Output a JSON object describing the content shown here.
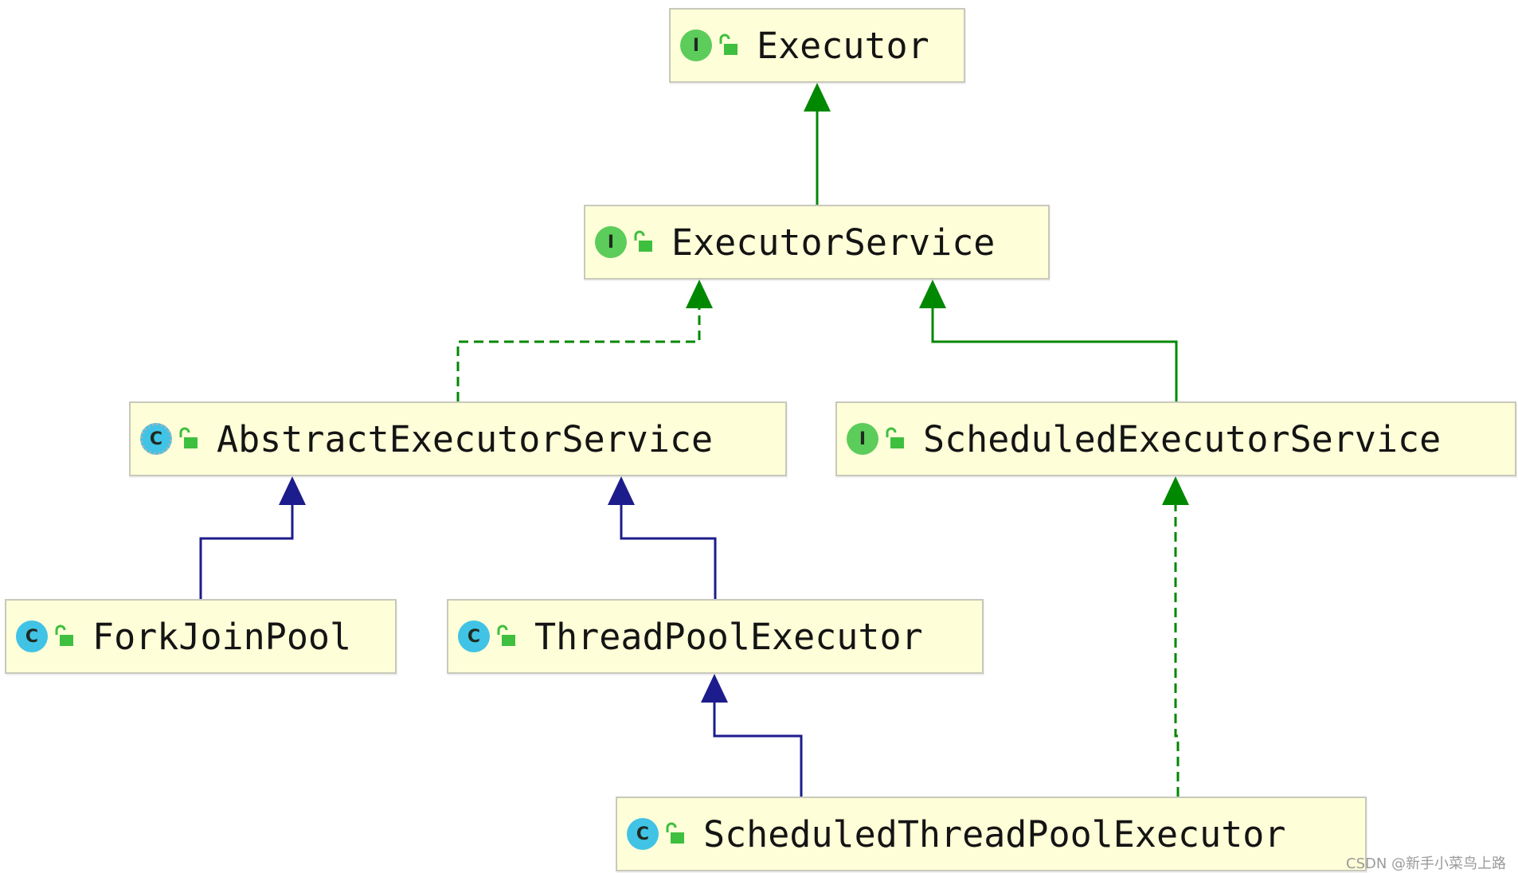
{
  "diagram": {
    "nodes": [
      {
        "id": "executor",
        "label": "Executor",
        "kind": "interface",
        "kind_letter": "I"
      },
      {
        "id": "executorservice",
        "label": "ExecutorService",
        "kind": "interface",
        "kind_letter": "I"
      },
      {
        "id": "abstract",
        "label": "AbstractExecutorService",
        "kind": "abstract-class",
        "kind_letter": "C"
      },
      {
        "id": "scheduledes",
        "label": "ScheduledExecutorService",
        "kind": "interface",
        "kind_letter": "I"
      },
      {
        "id": "forkjoin",
        "label": "ForkJoinPool",
        "kind": "class",
        "kind_letter": "C"
      },
      {
        "id": "tpe",
        "label": "ThreadPoolExecutor",
        "kind": "class",
        "kind_letter": "C"
      },
      {
        "id": "stpe",
        "label": "ScheduledThreadPoolExecutor",
        "kind": "class",
        "kind_letter": "C"
      }
    ],
    "edges": [
      {
        "from": "executorservice",
        "to": "executor",
        "type": "extends-interface",
        "style": "solid",
        "color": "#008800"
      },
      {
        "from": "abstract",
        "to": "executorservice",
        "type": "implements",
        "style": "dashed",
        "color": "#008800"
      },
      {
        "from": "scheduledes",
        "to": "executorservice",
        "type": "extends-interface",
        "style": "solid",
        "color": "#008800"
      },
      {
        "from": "forkjoin",
        "to": "abstract",
        "type": "extends",
        "style": "solid",
        "color": "#1c1c8c"
      },
      {
        "from": "tpe",
        "to": "abstract",
        "type": "extends",
        "style": "solid",
        "color": "#1c1c8c"
      },
      {
        "from": "stpe",
        "to": "tpe",
        "type": "extends",
        "style": "solid",
        "color": "#1c1c8c"
      },
      {
        "from": "stpe",
        "to": "scheduledes",
        "type": "implements",
        "style": "dashed",
        "color": "#008800"
      }
    ],
    "icons": {
      "visibility": "lock-open-icon"
    },
    "colors": {
      "node_fill": "#fefed8",
      "interface_icon": "#5ccc5a",
      "class_icon": "#41c3e6",
      "lock": "#3fbf3f"
    }
  },
  "watermark": "CSDN @新手小菜鸟上路"
}
